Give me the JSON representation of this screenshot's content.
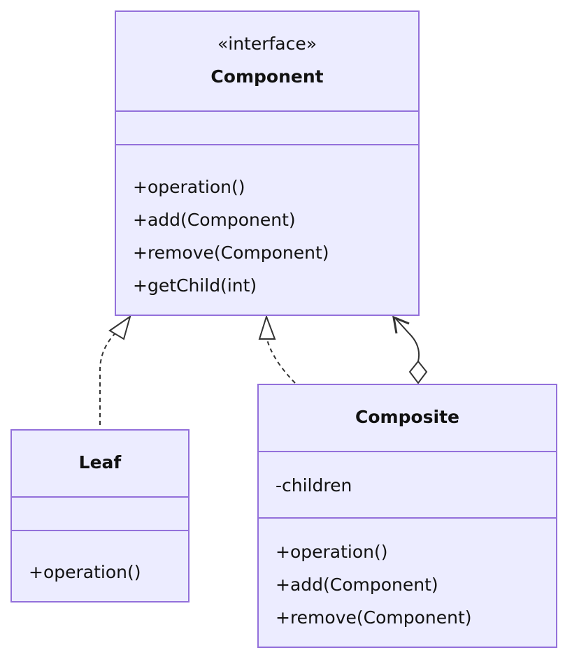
{
  "diagram": {
    "component": {
      "stereotype": "«interface»",
      "name": "Component",
      "attributes": [],
      "methods": [
        "+operation()",
        "+add(Component)",
        "+remove(Component)",
        "+getChild(int)"
      ]
    },
    "leaf": {
      "name": "Leaf",
      "attributes": [],
      "methods": [
        "+operation()"
      ]
    },
    "composite": {
      "name": "Composite",
      "attributes": [
        "-children"
      ],
      "methods": [
        "+operation()",
        "+add(Component)",
        "+remove(Component)"
      ]
    },
    "relations": [
      {
        "from": "Leaf",
        "to": "Component",
        "kind": "realization"
      },
      {
        "from": "Composite",
        "to": "Component",
        "kind": "realization"
      },
      {
        "from": "Composite",
        "to": "Component",
        "kind": "aggregation"
      }
    ],
    "colors": {
      "box_fill": "#ececff",
      "box_border": "#9370db",
      "line": "#333333",
      "text": "#111111"
    }
  }
}
